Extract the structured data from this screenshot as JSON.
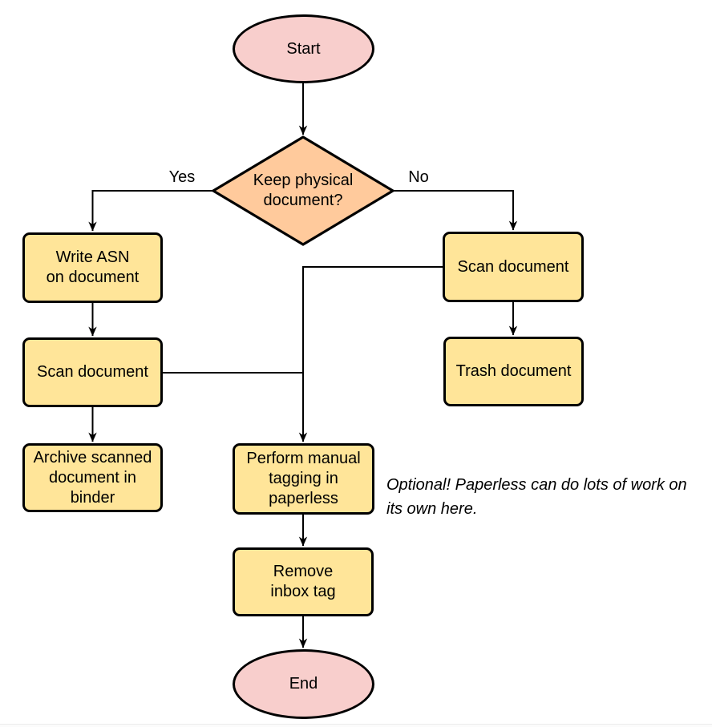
{
  "diagram": {
    "type": "flowchart",
    "nodes": {
      "start": {
        "type": "terminator",
        "fill": "#f8cecc",
        "lines": [
          "Start"
        ]
      },
      "decision": {
        "type": "decision",
        "fill": "#ffca9c",
        "lines": [
          "Keep physical",
          "document?"
        ]
      },
      "write_asn": {
        "type": "process",
        "fill": "#ffe599",
        "lines": [
          "Write ASN",
          "on document"
        ]
      },
      "scan_left": {
        "type": "process",
        "fill": "#ffe599",
        "lines": [
          "Scan document"
        ]
      },
      "archive": {
        "type": "process",
        "fill": "#ffe599",
        "lines": [
          "Archive scanned",
          "document in",
          "binder"
        ]
      },
      "scan_right": {
        "type": "process",
        "fill": "#ffe599",
        "lines": [
          "Scan document"
        ]
      },
      "trash": {
        "type": "process",
        "fill": "#ffe599",
        "lines": [
          "Trash document"
        ]
      },
      "perform": {
        "type": "process",
        "fill": "#ffe599",
        "lines": [
          "Perform manual",
          "tagging in",
          "paperless"
        ]
      },
      "remove": {
        "type": "process",
        "fill": "#ffe599",
        "lines": [
          "Remove",
          "inbox tag"
        ]
      },
      "end": {
        "type": "terminator",
        "fill": "#f8cecc",
        "lines": [
          "End"
        ]
      }
    },
    "edges": [
      {
        "from": "start",
        "to": "decision"
      },
      {
        "from": "decision",
        "to": "write_asn",
        "label": "Yes"
      },
      {
        "from": "decision",
        "to": "scan_right",
        "label": "No"
      },
      {
        "from": "write_asn",
        "to": "scan_left"
      },
      {
        "from": "scan_left",
        "to": "archive"
      },
      {
        "from": "scan_right",
        "to": "trash"
      },
      {
        "from": "scan_right",
        "to": "perform"
      },
      {
        "from": "scan_left",
        "to": "perform"
      },
      {
        "from": "perform",
        "to": "remove"
      },
      {
        "from": "remove",
        "to": "end"
      }
    ],
    "note": {
      "lines": [
        "Optional! Paperless can do lots of work on",
        "its own here."
      ]
    },
    "colors": {
      "terminator_fill": "#f8cecc",
      "decision_fill": "#ffca9c",
      "process_fill": "#ffe599",
      "stroke": "#000000",
      "text": "#000000",
      "background": "#ffffff"
    }
  }
}
